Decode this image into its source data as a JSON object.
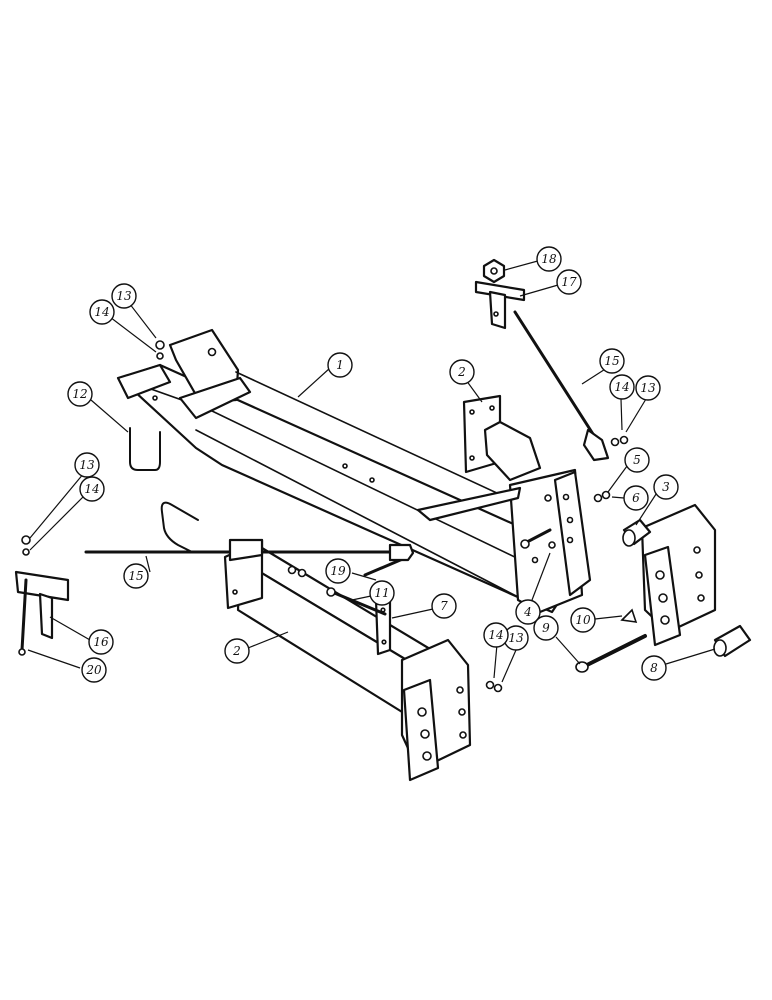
{
  "diagram": {
    "callouts": [
      {
        "id": "c1",
        "label": "1"
      },
      {
        "id": "c2a",
        "label": "2"
      },
      {
        "id": "c2b",
        "label": "2"
      },
      {
        "id": "c3",
        "label": "3"
      },
      {
        "id": "c4",
        "label": "4"
      },
      {
        "id": "c5",
        "label": "5"
      },
      {
        "id": "c6",
        "label": "6"
      },
      {
        "id": "c7",
        "label": "7"
      },
      {
        "id": "c8",
        "label": "8"
      },
      {
        "id": "c9",
        "label": "9"
      },
      {
        "id": "c10",
        "label": "10"
      },
      {
        "id": "c11",
        "label": "11"
      },
      {
        "id": "c12",
        "label": "12"
      },
      {
        "id": "c13a",
        "label": "13"
      },
      {
        "id": "c13b",
        "label": "13"
      },
      {
        "id": "c13c",
        "label": "13"
      },
      {
        "id": "c13d",
        "label": "13"
      },
      {
        "id": "c14a",
        "label": "14"
      },
      {
        "id": "c14b",
        "label": "14"
      },
      {
        "id": "c14c",
        "label": "14"
      },
      {
        "id": "c14d",
        "label": "14"
      },
      {
        "id": "c15a",
        "label": "15"
      },
      {
        "id": "c15b",
        "label": "15"
      },
      {
        "id": "c16",
        "label": "16"
      },
      {
        "id": "c17",
        "label": "17"
      },
      {
        "id": "c18",
        "label": "18"
      },
      {
        "id": "c19",
        "label": "19"
      },
      {
        "id": "c20",
        "label": "20"
      }
    ]
  }
}
